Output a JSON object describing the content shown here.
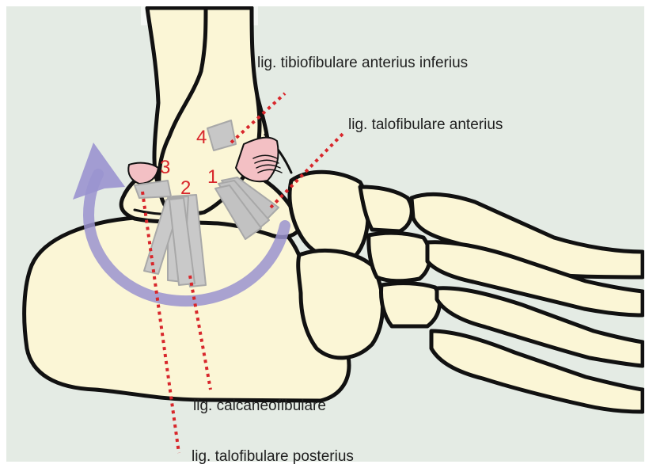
{
  "labels": {
    "tibiofib_ant_inf": "lig. tibiofibulare anterius inferius",
    "talofib_ant": "lig. talofibulare anterius",
    "calcaneofib": "lig. calcaneofibulare",
    "talofib_post": "lig. talofibulare posterius"
  },
  "numbers": {
    "n1": "1",
    "n2": "2",
    "n3": "3",
    "n4": "4"
  },
  "colors": {
    "background": "#e4ebe4",
    "bone": "#fbf6d6",
    "outline": "#111111",
    "ligament": "#b9b9b9",
    "ligament_pink": "#f3c0c4",
    "leader": "#d8262b",
    "number": "#d8262b",
    "arrow": "#9a93cf"
  }
}
